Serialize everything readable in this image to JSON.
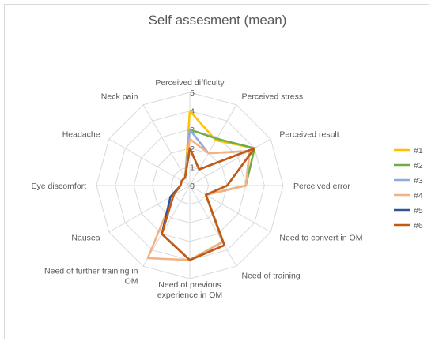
{
  "chart_data": {
    "type": "radar",
    "title": "Self assesment (mean)",
    "axes": [
      [
        "Perceived difficulty"
      ],
      [
        "Perceived stress"
      ],
      [
        "Perceived result"
      ],
      [
        "Perceived error"
      ],
      [
        "Need to convert in OM"
      ],
      [
        "Need of training"
      ],
      [
        "Need of previous",
        "experience in OM"
      ],
      [
        "Need of further training in",
        "OM"
      ],
      [
        "Nausea"
      ],
      [
        "Eye discomfort"
      ],
      [
        "Headache"
      ],
      [
        "Neck pain"
      ]
    ],
    "r_ticks": [
      "0",
      "1",
      "2",
      "3",
      "4",
      "5"
    ],
    "rlim": [
      0,
      5
    ],
    "grid": true,
    "legend_position": "right",
    "series": [
      {
        "name": "#1",
        "color": "#FFC000",
        "values": [
          4.0,
          2.8,
          4.0,
          3.0,
          1.0,
          3.5,
          4.0,
          3.0,
          1.0,
          0.5,
          0.5,
          0.5
        ]
      },
      {
        "name": "#2",
        "color": "#70AD47",
        "values": [
          3.0,
          2.9,
          4.0,
          3.0,
          1.0,
          3.5,
          4.0,
          3.0,
          1.0,
          0.5,
          0.5,
          0.5
        ]
      },
      {
        "name": "#3",
        "color": "#8FAADC",
        "values": [
          3.0,
          2.0,
          3.7,
          3.0,
          1.0,
          3.5,
          4.0,
          3.0,
          1.0,
          0.5,
          0.5,
          0.5
        ]
      },
      {
        "name": "#4",
        "color": "#F4B183",
        "values": [
          2.5,
          2.0,
          3.7,
          3.0,
          1.0,
          3.5,
          4.0,
          4.5,
          1.0,
          0.5,
          0.5,
          0.5
        ]
      },
      {
        "name": "#5",
        "color": "#2F5597",
        "values": [
          2.0,
          1.0,
          4.0,
          2.0,
          1.0,
          3.7,
          4.0,
          3.0,
          1.2,
          0.5,
          0.5,
          0.5
        ]
      },
      {
        "name": "#6",
        "color": "#C55A11",
        "values": [
          2.0,
          1.0,
          4.0,
          2.0,
          1.0,
          3.7,
          4.0,
          3.0,
          1.0,
          0.5,
          0.5,
          0.5
        ]
      }
    ]
  }
}
